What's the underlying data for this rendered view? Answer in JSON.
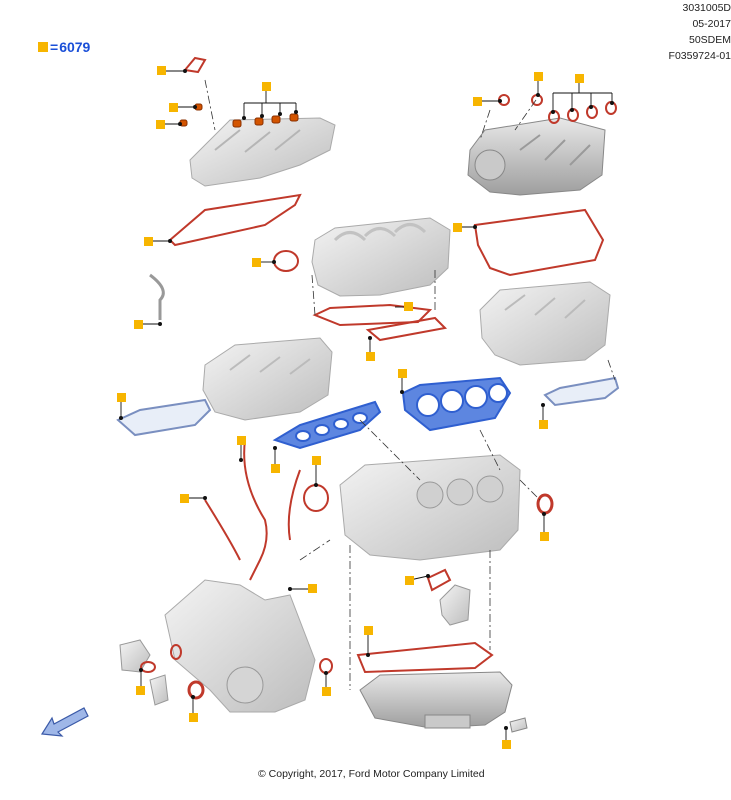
{
  "legend": {
    "code": "6079",
    "symbol": "="
  },
  "colors": {
    "marker": "#f7b500",
    "gasket_red": "#c0392b",
    "gasket_blue": "#2f5fd0",
    "part_gray": "#d9d9d9",
    "leader": "#333333",
    "legend_text": "#1a4fd8"
  },
  "refs": [
    "3031005D",
    "05-2017",
    "50SDEM",
    "F0359724-01"
  ],
  "copyright": "© Copyright, 2017, Ford Motor Company Limited",
  "nav": {
    "icon": "arrow-icon"
  }
}
